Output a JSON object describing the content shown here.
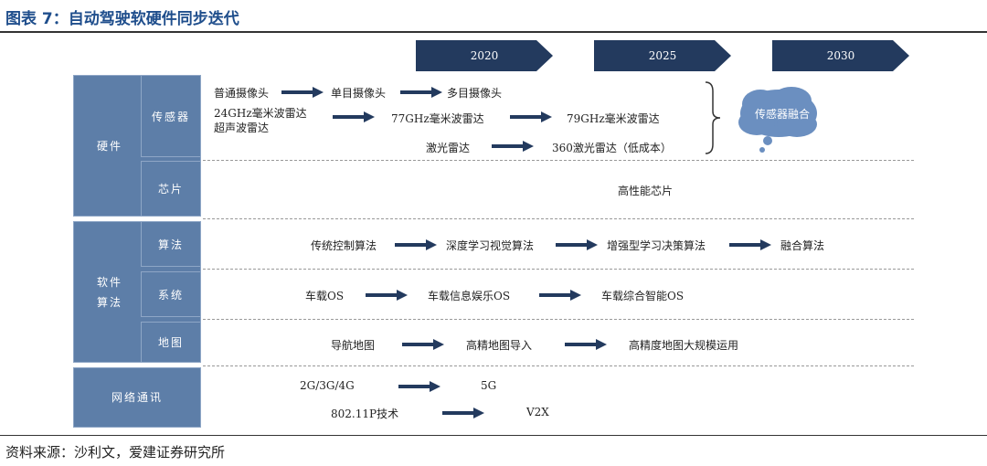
{
  "title": "图表 7：自动驾驶软硬件同步迭代",
  "source": "资料来源：沙利文，爱建证券研究所",
  "timeline": [
    "2020",
    "2025",
    "2030"
  ],
  "categories": {
    "hardware": "硬件",
    "software_line1": "软件",
    "software_line2": "算法",
    "network": "网络通讯"
  },
  "rows": {
    "sensor": "传感器",
    "chip": "芯片",
    "algorithm": "算法",
    "system": "系统",
    "map": "地图"
  },
  "sensor_items": {
    "cam1": "普通摄像头",
    "cam2": "单目摄像头",
    "cam3": "多目摄像头",
    "radar_a1": "24GHz毫米波雷达",
    "radar_a2": "超声波雷达",
    "radar_b": "77GHz毫米波雷达",
    "radar_c": "79GHz毫米波雷达",
    "lidar1": "激光雷达",
    "lidar2": "360激光雷达（低成本）",
    "fusion": "传感器融合"
  },
  "chip_item": "高性能芯片",
  "algorithm_items": [
    "传统控制算法",
    "深度学习视觉算法",
    "增强型学习决策算法",
    "融合算法"
  ],
  "system_items": [
    "车载OS",
    "车载信息娱乐OS",
    "车载综合智能OS"
  ],
  "map_items": [
    "导航地图",
    "高精地图导入",
    "高精度地图大规模运用"
  ],
  "network_items": {
    "net1": "2G/3G/4G",
    "net2": "5G",
    "wifi": "802.11P技术",
    "v2x": "V2X"
  },
  "colors": {
    "navy": "#233a5e",
    "category_blue": "#5d7ea8",
    "cloud_blue": "#6b8fc0",
    "title_blue": "#1f4e8c"
  }
}
